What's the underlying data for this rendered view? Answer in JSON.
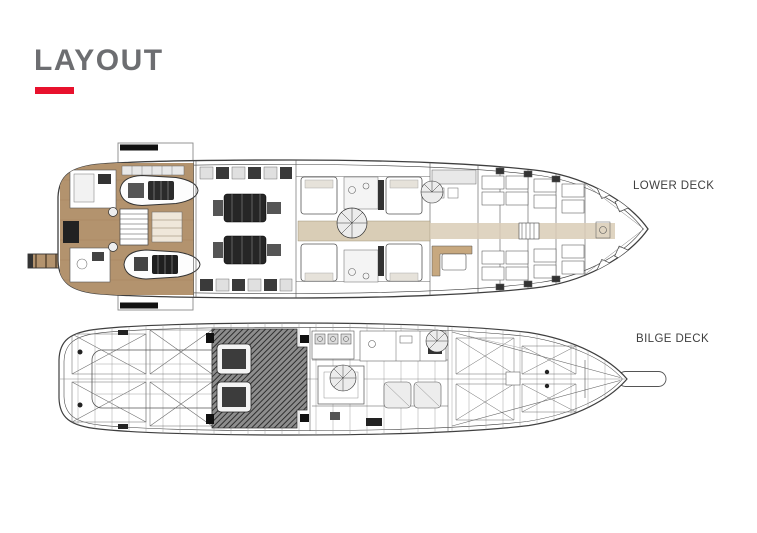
{
  "slide": {
    "title": "LAYOUT",
    "title_color": "#6d6e71",
    "accent_color": "#e8112d",
    "background": "#ffffff"
  },
  "decks": [
    {
      "id": "lower-deck",
      "label": "LOWER DECK"
    },
    {
      "id": "bilge-deck",
      "label": "BILGE DECK"
    }
  ],
  "drawing_colors": {
    "outline": "#3f3f3f",
    "thin_line": "#666666",
    "frame_line": "#9a9a9a",
    "teak_deck": "#b3936e",
    "corridor_beige": "#d9cdb6",
    "settee_tan": "#c7a87f",
    "dark_equipment": "#262626",
    "light_fixture": "#ededed"
  }
}
